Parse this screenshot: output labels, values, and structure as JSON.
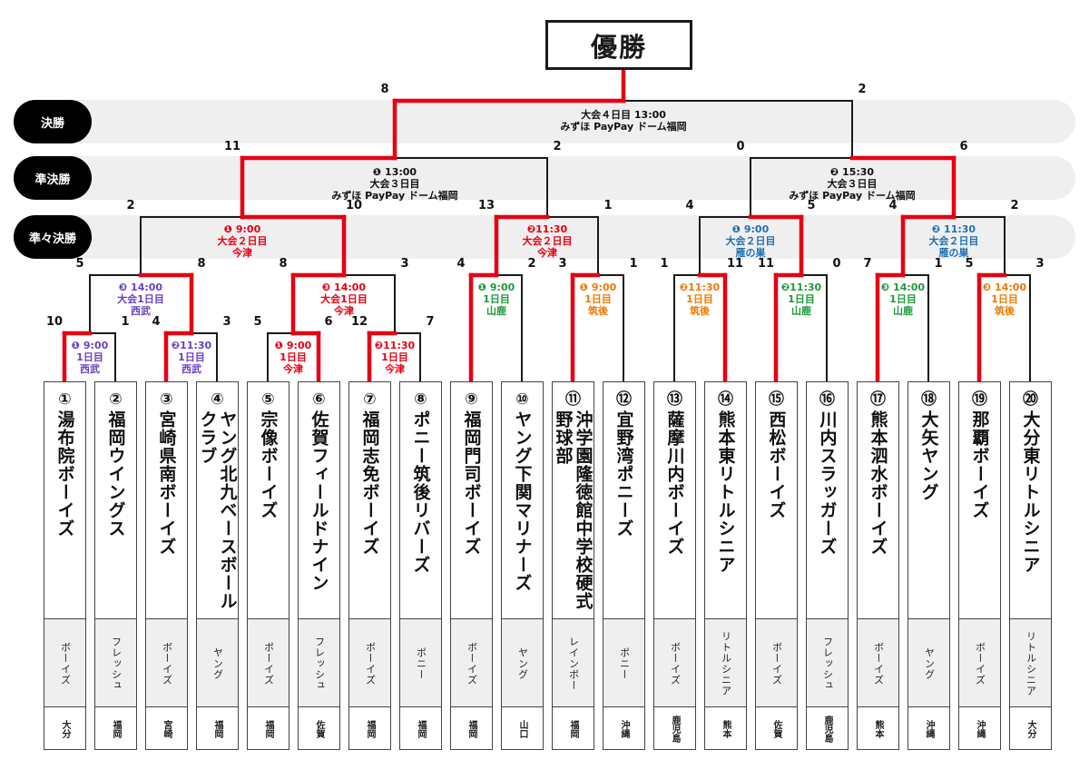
{
  "title": "優勝",
  "rounds": {
    "final": "決勝",
    "semi": "準決勝",
    "quarter": "準々決勝"
  },
  "colors": {
    "win": "#e60012",
    "line": "#1a1a1a",
    "red": "#e60012",
    "purple": "#6a3fc1",
    "green": "#1d9a3a",
    "orange": "#ee7a00",
    "blue": "#1e70b3"
  },
  "teams": [
    {
      "num": "①",
      "name": "湯布院ボーイズ",
      "league": "ボーイズ",
      "pref": "大分"
    },
    {
      "num": "②",
      "name": "福岡ウイングス",
      "league": "フレッシュ",
      "pref": "福岡"
    },
    {
      "num": "③",
      "name": "宮崎県南ボーイズ",
      "league": "ボーイズ",
      "pref": "宮崎"
    },
    {
      "num": "④",
      "name": "ヤング北九ベースボールクラブ",
      "league": "ヤング",
      "pref": "福岡"
    },
    {
      "num": "⑤",
      "name": "宗像ボーイズ",
      "league": "ボーイズ",
      "pref": "福岡"
    },
    {
      "num": "⑥",
      "name": "佐賀フィールドナイン",
      "league": "フレッシュ",
      "pref": "佐賀"
    },
    {
      "num": "⑦",
      "name": "福岡志免ボーイズ",
      "league": "ボーイズ",
      "pref": "福岡"
    },
    {
      "num": "⑧",
      "name": "ポニー筑後リバーズ",
      "league": "ポニー",
      "pref": "福岡"
    },
    {
      "num": "⑨",
      "name": "福岡門司ボーイズ",
      "league": "ボーイズ",
      "pref": "福岡"
    },
    {
      "num": "⑩",
      "name": "ヤング下関マリナーズ",
      "league": "ヤング",
      "pref": "山口"
    },
    {
      "num": "⑪",
      "name": "沖学園隆徳館中学校硬式野球部",
      "league": "レインボー",
      "pref": "福岡"
    },
    {
      "num": "⑫",
      "name": "宜野湾ポニーズ",
      "league": "ポニー",
      "pref": "沖縄"
    },
    {
      "num": "⑬",
      "name": "薩摩川内ボーイズ",
      "league": "ボーイズ",
      "pref": "鹿児島"
    },
    {
      "num": "⑭",
      "name": "熊本東リトルシニア",
      "league": "リトルシニア",
      "pref": "熊本"
    },
    {
      "num": "⑮",
      "name": "西松ボーイズ",
      "league": "ボーイズ",
      "pref": "佐賀"
    },
    {
      "num": "⑯",
      "name": "川内スラッガーズ",
      "league": "フレッシュ",
      "pref": "鹿児島"
    },
    {
      "num": "⑰",
      "name": "熊本泗水ボーイズ",
      "league": "ボーイズ",
      "pref": "熊本"
    },
    {
      "num": "⑱",
      "name": "大矢ヤング",
      "league": "ヤング",
      "pref": "沖縄"
    },
    {
      "num": "⑲",
      "name": "那覇ボーイズ",
      "league": "ボーイズ",
      "pref": "沖縄"
    },
    {
      "num": "⑳",
      "name": "大分東リトルシニア",
      "league": "リトルシニア",
      "pref": "大分"
    }
  ],
  "matches": [
    {
      "id": "r1a",
      "a": 0,
      "b": 1,
      "sa": "10",
      "sb": "1",
      "win": "a",
      "info": [
        "❶ 9:00",
        "1日目",
        "西武"
      ],
      "color": "purple"
    },
    {
      "id": "r1b",
      "a": 2,
      "b": 3,
      "sa": "4",
      "sb": "3",
      "win": "a",
      "info": [
        "❷11:30",
        "1日目",
        "西武"
      ],
      "color": "purple"
    },
    {
      "id": "r1c",
      "a": 4,
      "b": 5,
      "sa": "5",
      "sb": "6",
      "win": "b",
      "info": [
        "❶ 9:00",
        "1日目",
        "今津"
      ],
      "color": "red"
    },
    {
      "id": "r1d",
      "a": 6,
      "b": 7,
      "sa": "12",
      "sb": "7",
      "win": "a",
      "info": [
        "❷11:30",
        "1日目",
        "今津"
      ],
      "color": "red"
    },
    {
      "id": "r2a",
      "a": "r1a",
      "b": "r1b",
      "sa": "5",
      "sb": "8",
      "win": "b",
      "info": [
        "❸ 14:00",
        "大会1日目",
        "西武"
      ],
      "color": "purple"
    },
    {
      "id": "r2b",
      "a": "r1c",
      "b": "r1d",
      "sa": "8",
      "sb": "3",
      "win": "a",
      "info": [
        "❸ 14:00",
        "大会1日目",
        "今津"
      ],
      "color": "red"
    },
    {
      "id": "r2c",
      "a": 8,
      "b": 9,
      "sa": "4",
      "sb": "2",
      "win": "a",
      "info": [
        "❶ 9:00",
        "1日目",
        "山鹿"
      ],
      "color": "green"
    },
    {
      "id": "r2d",
      "a": 10,
      "b": 11,
      "sa": "3",
      "sb": "1",
      "win": "a",
      "info": [
        "❶ 9:00",
        "1日目",
        "筑後"
      ],
      "color": "orange"
    },
    {
      "id": "r2e",
      "a": 12,
      "b": 13,
      "sa": "1",
      "sb": "11",
      "win": "b",
      "info": [
        "❷11:30",
        "1日目",
        "筑後"
      ],
      "color": "orange"
    },
    {
      "id": "r2f",
      "a": 14,
      "b": 15,
      "sa": "11",
      "sb": "0",
      "win": "a",
      "info": [
        "❷11:30",
        "1日目",
        "山鹿"
      ],
      "color": "green"
    },
    {
      "id": "r2g",
      "a": 16,
      "b": 17,
      "sa": "7",
      "sb": "1",
      "win": "a",
      "info": [
        "❸ 14:00",
        "1日目",
        "山鹿"
      ],
      "color": "green"
    },
    {
      "id": "r2h",
      "a": 18,
      "b": 19,
      "sa": "5",
      "sb": "3",
      "win": "a",
      "info": [
        "❸ 14:00",
        "1日目",
        "筑後"
      ],
      "color": "orange"
    },
    {
      "id": "qf1",
      "a": "r2a",
      "b": "r2b",
      "sa": "2",
      "sb": "10",
      "win": "b",
      "info": [
        "❶ 9:00",
        "大会２日目",
        "今津"
      ],
      "color": "red"
    },
    {
      "id": "qf2",
      "a": "r2c",
      "b": "r2d",
      "sa": "13",
      "sb": "1",
      "win": "a",
      "info": [
        "❷11:30",
        "大会２日目",
        "今津"
      ],
      "color": "red"
    },
    {
      "id": "qf3",
      "a": "r2e",
      "b": "r2f",
      "sa": "4",
      "sb": "5",
      "win": "b",
      "info": [
        "❶ 9:00",
        "大会２日目",
        "雁の巣"
      ],
      "color": "blue"
    },
    {
      "id": "qf4",
      "a": "r2g",
      "b": "r2h",
      "sa": "4",
      "sb": "2",
      "win": "a",
      "info": [
        "❷ 11:30",
        "大会２日目",
        "雁の巣"
      ],
      "color": "blue"
    },
    {
      "id": "sf1",
      "a": "qf1",
      "b": "qf2",
      "sa": "11",
      "sb": "2",
      "win": "a",
      "info": [
        "❶ 13:00",
        "大会３日目",
        "みずほ PayPay ドーム福岡"
      ],
      "color": "black"
    },
    {
      "id": "sf2",
      "a": "qf3",
      "b": "qf4",
      "sa": "0",
      "sb": "6",
      "win": "b",
      "info": [
        "❷ 15:30",
        "大会３日目",
        "みずほ PayPay ドーム福岡"
      ],
      "color": "black"
    },
    {
      "id": "fin",
      "a": "sf1",
      "b": "sf2",
      "sa": "8",
      "sb": "2",
      "win": "a",
      "info": [
        "大会４日目 13:00",
        "みずほ PayPay ドーム福岡"
      ],
      "color": "black"
    }
  ]
}
